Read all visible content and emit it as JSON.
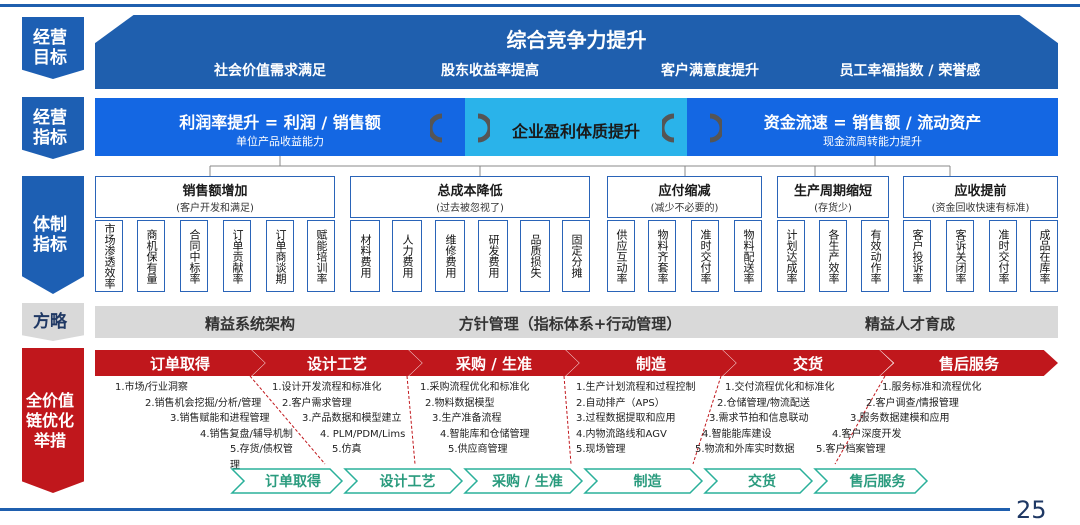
{
  "rows": {
    "goal": "经营\n目标",
    "indicator": "经营\n指标",
    "system": "体制\n指标",
    "strategy": "方略",
    "value_chain": "全价值\n链优化\n举措"
  },
  "goal": {
    "title": "综合竞争力提升",
    "items": [
      "社会价值需求满足",
      "股东收益率提高",
      "客户满意度提升",
      "员工幸福指数 / 荣誉感"
    ]
  },
  "indicators": {
    "left_title": "利润率提升 = 利润 / 销售额",
    "left_sub": "单位产品收益能力",
    "center": "企业盈利体质提升",
    "right_title": "资金流速 = 销售额 / 流动资产",
    "right_sub": "现金流周转能力提升"
  },
  "system_groups": [
    {
      "title": "销售额增加",
      "sub": "(客户开发和满足)",
      "items": [
        "市场渗透效率",
        "商机保有量",
        "合同中标率",
        "订单贡献率",
        "订单商谈期",
        "赋能培训率"
      ]
    },
    {
      "title": "总成本降低",
      "sub": "(过去被忽视了)",
      "items": [
        "材料费用",
        "人力费用",
        "维修费用",
        "研发费用",
        "品质损失",
        "固定分摊"
      ]
    },
    {
      "title": "应付缩减",
      "sub": "(减少不必要的)",
      "items": [
        "供应互动率",
        "物料齐套率",
        "准时交付率",
        "物料配送率"
      ]
    },
    {
      "title": "生产周期缩短",
      "sub": "(存货少)",
      "items": [
        "计划达成率",
        "各生产效率",
        "有效动作率"
      ]
    },
    {
      "title": "应收提前",
      "sub": "(资金回收快速有标准)",
      "items": [
        "客户投诉率",
        "客诉关闭率",
        "准时交付率",
        "成品在库率"
      ]
    }
  ],
  "strategy": [
    "精益系统架构",
    "方针管理（指标体系+行动管理）",
    "精益人才育成"
  ],
  "value_chain": [
    {
      "name": "订单取得",
      "steps": [
        "1.市场/行业洞察",
        "2.销售机会挖掘/分析/管理",
        "3.销售赋能和进程管理",
        "4.销售复盘/辅导机制",
        "5.存货/债权管理"
      ]
    },
    {
      "name": "设计工艺",
      "steps": [
        "1.设计开发流程和标准化",
        "2.客户需求管理",
        "3.产品数据和模型建立",
        "4. PLM/PDM/Lims",
        "5.仿真"
      ]
    },
    {
      "name": "采购 / 生准",
      "steps": [
        "1.采购流程优化和标准化",
        "2.物料数据模型",
        "3.生产准备流程",
        "4.智能库和仓储管理",
        "5.供应商管理"
      ]
    },
    {
      "name": "制造",
      "steps": [
        "1.生产计划流程和过程控制",
        "2.自动排产（APS）",
        "3.过程数据提取和应用",
        "4.内物流路线和AGV",
        "5.现场管理"
      ]
    },
    {
      "name": "交货",
      "steps": [
        "1.交付流程优化和标准化",
        "2.仓储管理/物流配送",
        "3.需求节拍和信息联动",
        "4.智能能库建设",
        "5.物流和外库实时数据"
      ]
    },
    {
      "name": "售后服务",
      "steps": [
        "1.服务标准和流程优化",
        "2.客户调查/情报管理",
        "3.服务数据建模和应用",
        "4.客户深度开发",
        "5.客户档案管理"
      ]
    }
  ],
  "outcome": [
    "订单取得",
    "设计工艺",
    "采购 / 生准",
    "制造",
    "交货",
    "售后服务"
  ],
  "page_number": "25",
  "colors": {
    "blue": "#1f5fae",
    "bright_blue": "#1467e3",
    "cyan": "#2ab3ea",
    "red": "#c0171c",
    "gray": "#d9d9d9",
    "teal": "#2ab09a"
  }
}
